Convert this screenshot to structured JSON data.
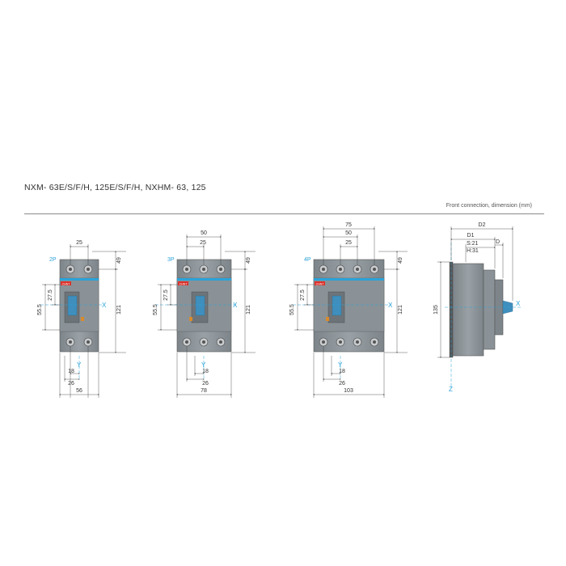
{
  "header": {
    "title": "NXM- 63E/S/F/H, 125E/S/F/H, NXHM- 63, 125",
    "subtitle": "Front connection, dimension (mm)"
  },
  "views": {
    "p2": {
      "pole": "2P",
      "top_spacing": "25",
      "top_height": "49",
      "height": "121",
      "left_outer": "55.5",
      "left_inner": "27.5",
      "bottom_inner": "18",
      "bottom_outer": "26",
      "width": "56",
      "x_axis": "X",
      "y_axis": "Y",
      "brand": "CHNT"
    },
    "p3": {
      "pole": "3P",
      "top_outer": "50",
      "top_inner": "25",
      "top_height": "49",
      "height": "121",
      "left_outer": "55.5",
      "left_inner": "27.5",
      "bottom_inner": "18",
      "bottom_outer": "26",
      "width": "78",
      "x_axis": "X",
      "y_axis": "Y",
      "brand": "CHNT"
    },
    "p4": {
      "pole": "4P",
      "top_outer": "75",
      "top_mid": "50",
      "top_inner": "25",
      "top_height": "49",
      "height": "121",
      "left_outer": "55.5",
      "left_inner": "27.5",
      "bottom_inner": "18",
      "bottom_outer": "26",
      "width": "103",
      "x_axis": "X",
      "y_axis": "Y",
      "brand": "CHNT"
    },
    "side": {
      "d2": "D2",
      "d1": "D1",
      "s": "S:21",
      "h": "H:31",
      "d": "D",
      "height": "135",
      "x_axis": "X",
      "z_axis": "Z"
    }
  },
  "colors": {
    "body": "#8e969b",
    "body_dark": "#6f777c",
    "accent_blue": "#2ba3d8",
    "handle_blue": "#3f8fbe",
    "line": "#333333"
  }
}
